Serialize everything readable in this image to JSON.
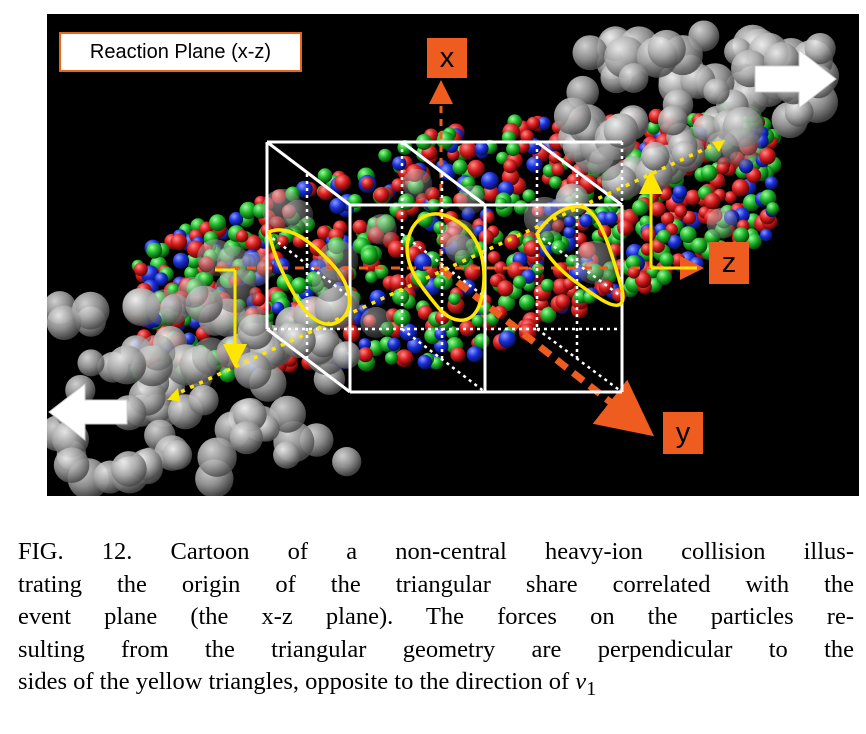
{
  "figure": {
    "legend_label": "Reaction Plane (x-z)",
    "axes": {
      "x": "x",
      "y": "y",
      "z": "z"
    },
    "colors": {
      "background": "#000000",
      "accent_orange": "#ee5c1f",
      "triangle_yellow": "#ffe600",
      "box_white": "#ffffff",
      "nucleon_gray": "#b0b0b0",
      "quark_red": "#d81e1e",
      "quark_green": "#1fb52a",
      "quark_blue": "#1a2fd8"
    }
  },
  "caption": {
    "lines": [
      "FIG. 12.  Cartoon of a non-central heavy-ion collision illus-",
      "trating the origin of the triangular share correlated with the",
      "event plane (the x-z plane).  The forces on the particles re-",
      "sulting from the triangular geometry are perpendicular to the",
      "sides of the yellow triangles, opposite to the direction of "
    ],
    "math_var": "v",
    "math_sub": "1"
  }
}
